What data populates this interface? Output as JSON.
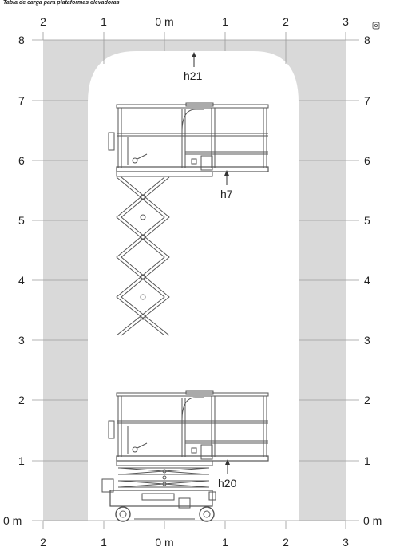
{
  "caption": "Tabla de carga para plataformas elevadoras",
  "axis": {
    "x_top": [
      "2",
      "1",
      "0 m",
      "1",
      "2",
      "3"
    ],
    "x_bottom": [
      "2",
      "1",
      "0 m",
      "1",
      "2",
      "3"
    ],
    "y_left": [
      "0 m",
      "1",
      "2",
      "3",
      "4",
      "5",
      "6",
      "7",
      "8"
    ],
    "y_right": [
      "0 m",
      "1",
      "2",
      "3",
      "4",
      "5",
      "6",
      "7",
      "8"
    ]
  },
  "measurements": {
    "h21": "h21",
    "h7": "h7",
    "h20": "h20"
  },
  "icons": {
    "expand": "expand-icon"
  },
  "colors": {
    "zone": "#d9d9d9",
    "line": "#555555",
    "grid": "#9a9a9a"
  }
}
